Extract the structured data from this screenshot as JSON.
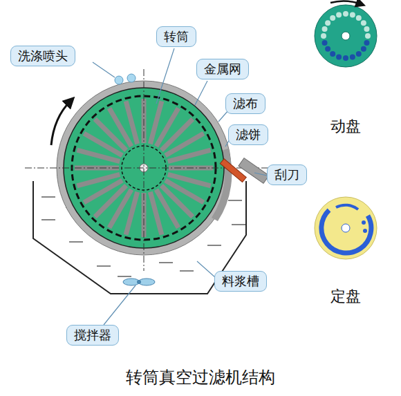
{
  "diagram": {
    "caption": "转筒真空过滤机结构",
    "nodes": [
      {
        "text": [
          "洗涤喷头"
        ]
      },
      {
        "text": [
          "转筒"
        ]
      },
      {
        "text": [
          "金属网"
        ]
      },
      {
        "text": [
          "滤布"
        ]
      },
      {
        "text": [
          "滤饼"
        ]
      },
      {
        "text": [
          "刮刀"
        ]
      },
      {
        "text": [
          "料浆槽"
        ]
      },
      {
        "text": [
          "搅拌器"
        ]
      }
    ],
    "labels": [
      "动盘",
      "定盘"
    ]
  }
}
